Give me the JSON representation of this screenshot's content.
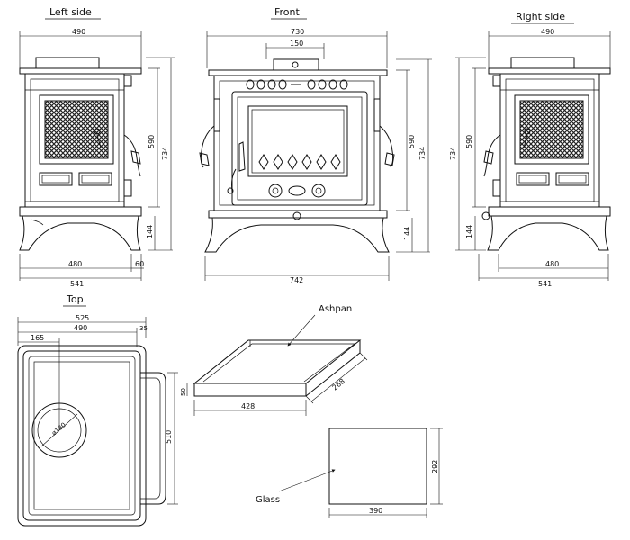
{
  "views": {
    "left_side": "Left side",
    "front": "Front",
    "right_side": "Right side",
    "top": "Top",
    "ashpan": "Ashpan",
    "glass": "Glass"
  },
  "dims": {
    "left": {
      "width": "490",
      "height_body": "590",
      "height_total": "734",
      "leg": "144",
      "base": "480",
      "foot": "60",
      "depth": "541"
    },
    "front": {
      "width": "730",
      "flue": "150",
      "height_body": "590",
      "height_total": "734",
      "leg": "144",
      "base": "742"
    },
    "right": {
      "width": "490",
      "height_body": "590",
      "height_total": "734",
      "leg": "144",
      "base": "480",
      "depth": "541"
    },
    "top": {
      "outer": "525",
      "inner": "490",
      "offset": "35",
      "flue_pos": "165",
      "flue_dia": "ø180",
      "depth": "510"
    },
    "ashpan": {
      "height": "50",
      "width": "428",
      "depth": "268"
    },
    "glass": {
      "width": "390",
      "height": "292"
    }
  }
}
